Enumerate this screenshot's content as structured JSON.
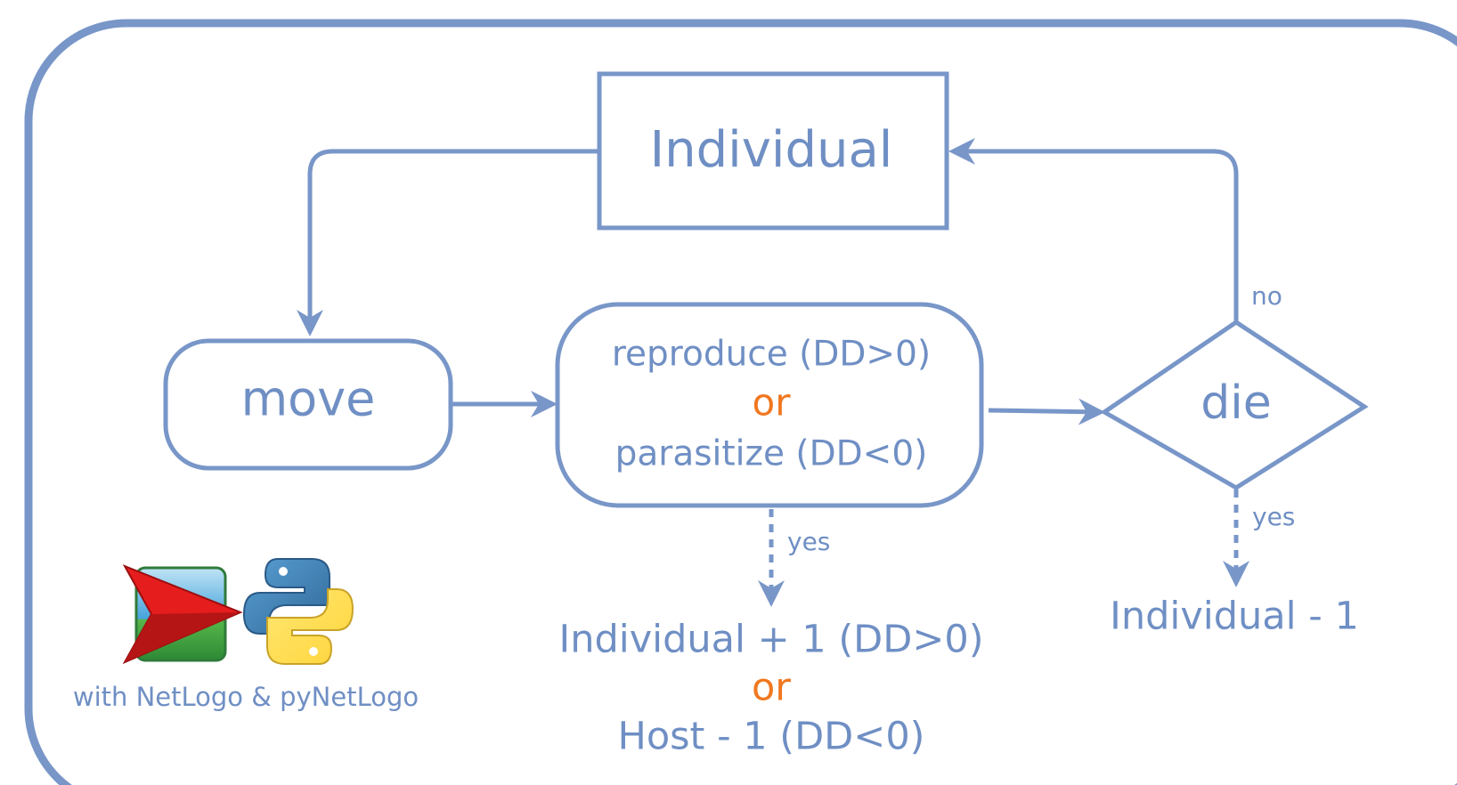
{
  "nodes": {
    "individual": "Individual",
    "move": "move",
    "action": {
      "line1": "reproduce (DD>0)",
      "line2": "or",
      "line3": "parasitize (DD<0)"
    },
    "die": "die"
  },
  "edge_labels": {
    "no": "no",
    "yes_action": "yes",
    "yes_die": "yes"
  },
  "outcomes": {
    "action": {
      "line1": "Individual + 1 (DD>0)",
      "line2": "or",
      "line3": "Host - 1 (DD<0)"
    },
    "die": "Individual - 1"
  },
  "logos": {
    "caption": "with NetLogo & pyNetLogo",
    "netlogo_icon": "netlogo-logo",
    "python_icon": "python-logo"
  },
  "colors": {
    "stroke": "#7896c8",
    "text": "#6f8fc4",
    "accent": "#f07820"
  }
}
